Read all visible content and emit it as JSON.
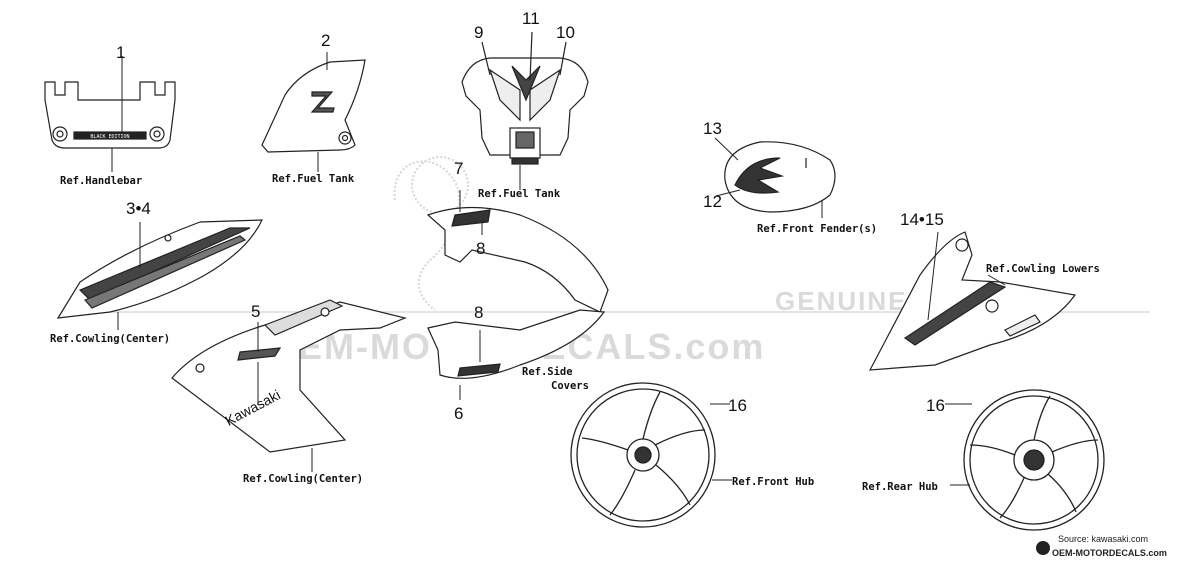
{
  "watermark": {
    "genuine": "GENUINE",
    "site": "OEM-MOTORDECALS.com"
  },
  "footer": {
    "source": "Source: kawasaki.com",
    "brand": "OEM-MOTORDECALS.com"
  },
  "callouts": {
    "n1": "1",
    "n2": "2",
    "n3_4": "3•4",
    "n5": "5",
    "n6": "6",
    "n7": "7",
    "n8a": "8",
    "n8b": "8",
    "n9": "9",
    "n10": "10",
    "n11": "11",
    "n12": "12",
    "n13": "13",
    "n14_15": "14•15",
    "n16a": "16",
    "n16b": "16"
  },
  "references": {
    "handlebar": "Ref.Handlebar",
    "fuel_tank_1": "Ref.Fuel Tank",
    "fuel_tank_2": "Ref.Fuel Tank",
    "front_fender": "Ref.Front Fender(s)",
    "cowling_center_1": "Ref.Cowling(Center)",
    "cowling_center_2": "Ref.Cowling(Center)",
    "side_covers_1": "Ref.Side",
    "side_covers_2": "Covers",
    "cowling_lowers": "Ref.Cowling Lowers",
    "front_hub": "Ref.Front Hub",
    "rear_hub": "Ref.Rear Hub"
  },
  "decals": {
    "handlebar_text": "BLACK EDITION",
    "cowling_text": "Kawasaki"
  }
}
